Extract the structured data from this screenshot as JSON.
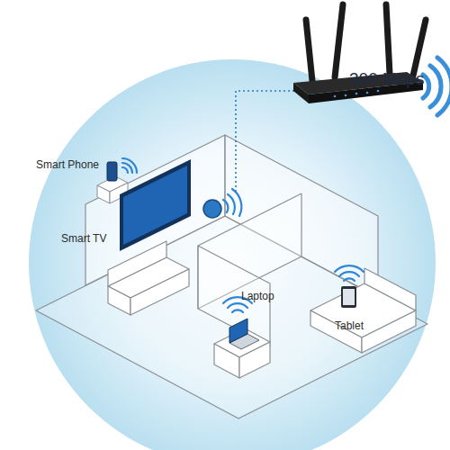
{
  "diagram": {
    "labels": [
      "300 Mbps",
      "Smart Phone",
      "Smart TV",
      "Laptop",
      "Tablet"
    ]
  }
}
